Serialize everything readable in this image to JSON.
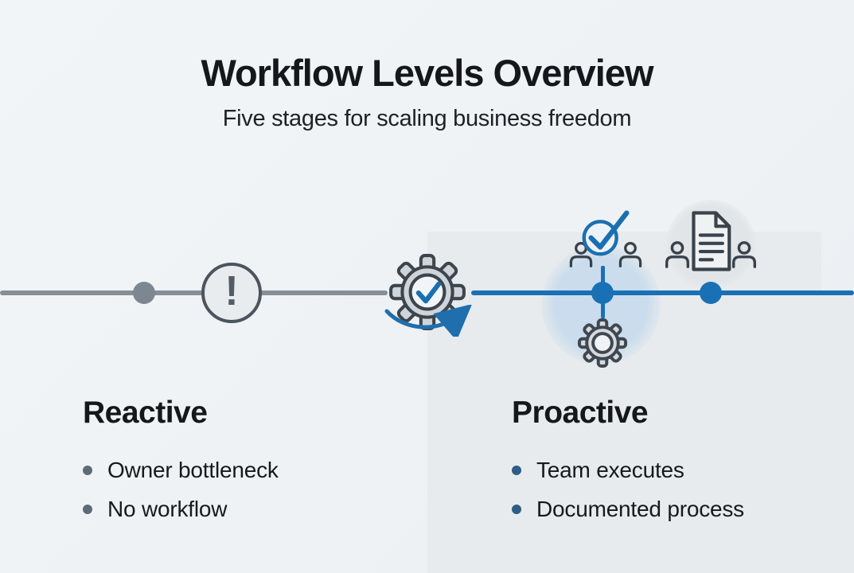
{
  "header": {
    "title": "Workflow Levels Overview",
    "subtitle": "Five stages for scaling business freedom"
  },
  "timeline": {
    "stages": [
      {
        "name": "stage-1",
        "icon": "dot-node-icon"
      },
      {
        "name": "stage-2",
        "icon": "exclamation-circle-icon",
        "glyph": "!"
      },
      {
        "name": "stage-3",
        "icon": "gear-check-cycle-icon"
      },
      {
        "name": "stage-4",
        "icon": "team-check-gear-icon"
      },
      {
        "name": "stage-5",
        "icon": "team-document-icon"
      }
    ]
  },
  "sections": [
    {
      "title": "Reactive",
      "bullets": [
        "Owner bottleneck",
        "No workflow"
      ]
    },
    {
      "title": "Proactive",
      "bullets": [
        "Team executes",
        "Documented process"
      ]
    }
  ],
  "colors": {
    "accent_blue": "#1a70b4",
    "line_gray": "#868e96",
    "panel_gray": "#e8ebed",
    "text_dark": "#14171b",
    "reactive_bullet": "#5d6b79",
    "proactive_bullet": "#2e5d86"
  }
}
